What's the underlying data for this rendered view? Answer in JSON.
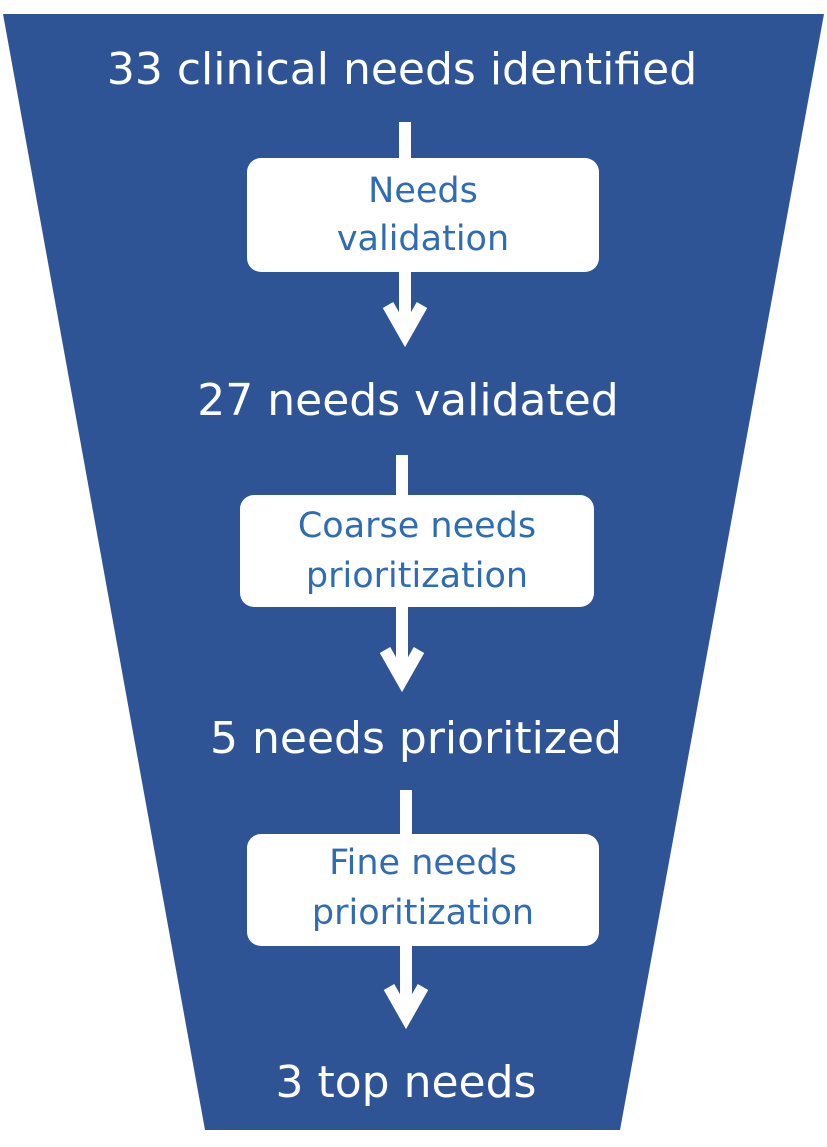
{
  "colors": {
    "funnel_fill": "#2f5496",
    "stage_text": "#ffffff",
    "step_box_fill": "#ffffff",
    "step_text": "#2f6cb2",
    "arrow": "#ffffff"
  },
  "stages": [
    {
      "label": "33 clinical needs identified"
    },
    {
      "label": "27 needs validated"
    },
    {
      "label": "5 needs prioritized"
    },
    {
      "label": "3 top needs"
    }
  ],
  "steps": [
    {
      "line1": "Needs",
      "line2": "validation"
    },
    {
      "line1": "Coarse needs",
      "line2": "prioritization"
    },
    {
      "line1": "Fine needs",
      "line2": "prioritization"
    }
  ]
}
